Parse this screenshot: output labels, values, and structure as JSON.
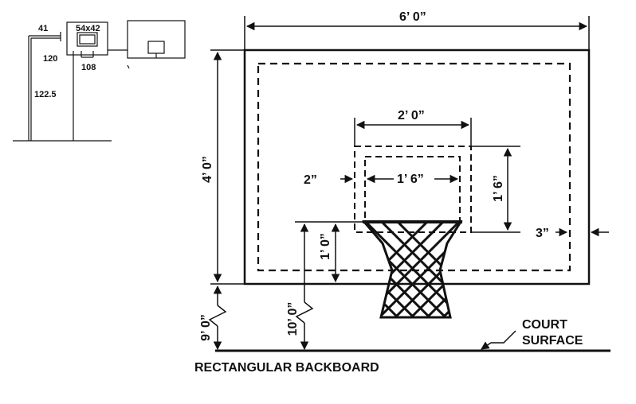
{
  "thumbnail": {
    "pole_offset": "41",
    "board_size": "54x42",
    "pole_height": "120",
    "board_width": "108",
    "post_height": "122.5"
  },
  "backboard": {
    "width": "6’ 0”",
    "height": "4’ 0”",
    "target_width": "2’ 0”",
    "target_inner_width": "1’ 6”",
    "target_height": "1’ 6”",
    "target_gap": "2”",
    "border_inset": "3”",
    "rim_to_board_bottom": "1’ 0”"
  },
  "heights": {
    "board_bottom_height": "9’ 0”",
    "rim_height": "10’ 0”"
  },
  "court": {
    "label_line1": "COURT",
    "label_line2": "SURFACE"
  },
  "caption": "RECTANGULAR BACKBOARD"
}
